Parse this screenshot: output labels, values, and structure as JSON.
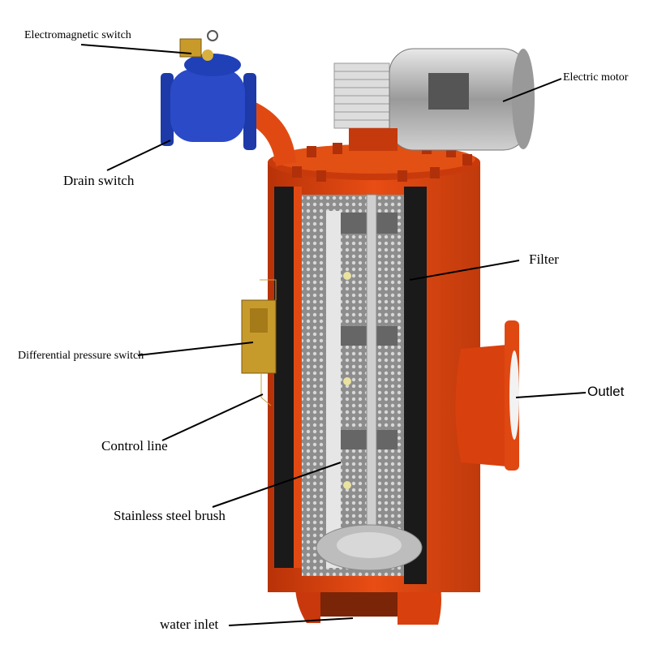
{
  "labels": {
    "electromagnetic_switch": "Electromagnetic switch",
    "electric_motor": "Electric motor",
    "drain_switch": "Drain switch",
    "filter": "Filter",
    "differential_pressure_switch": "Differential pressure switch",
    "outlet": "Outlet",
    "control_line": "Control line",
    "stainless_steel_brush": "Stainless steel brush",
    "water_inlet": "water inlet"
  },
  "colors": {
    "body": "#d8400e",
    "valve": "#1f3fb8",
    "motor": "#b8b8b8",
    "mesh": "#9a9a9a",
    "pressure_switch": "#c79a2c"
  }
}
